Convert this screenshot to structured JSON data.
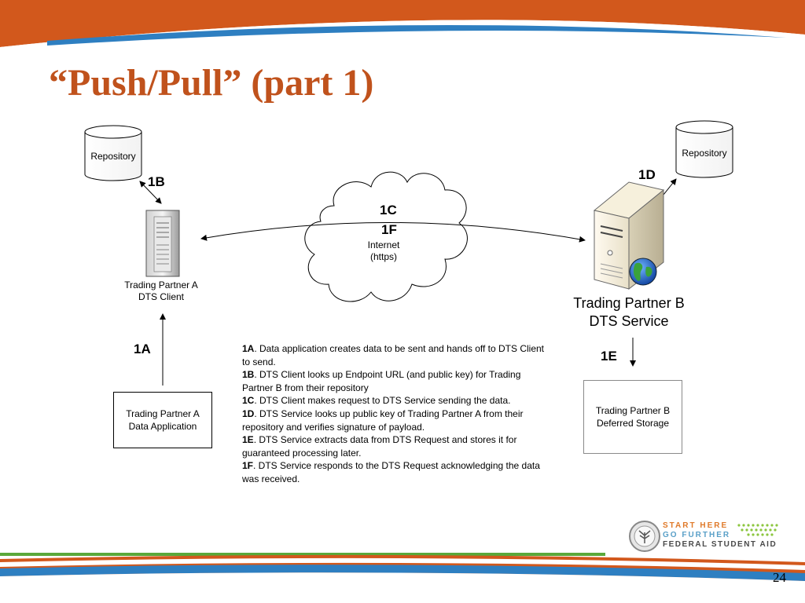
{
  "slide": {
    "title": "“Push/Pull” (part 1)",
    "page_number": "24"
  },
  "diagram": {
    "repository_left": "Repository",
    "repository_right": "Repository",
    "client_label_1": "Trading Partner A",
    "client_label_2": "DTS Client",
    "service_label_1": "Trading Partner B",
    "service_label_2": "DTS Service",
    "app_box_1": "Trading Partner A",
    "app_box_2": "Data Application",
    "storage_box_1": "Trading Partner B",
    "storage_box_2": "Deferred Storage",
    "internet_1": "Internet",
    "internet_2": "(https)",
    "step_1a": "1A",
    "step_1b": "1B",
    "step_1c": "1C",
    "step_1d": "1D",
    "step_1e": "1E",
    "step_1f": "1F"
  },
  "description": [
    {
      "id": "1A",
      "text": ".  Data application creates data to be sent and hands off to DTS Client to send."
    },
    {
      "id": "1B",
      "text": ".  DTS Client looks up Endpoint URL (and public key) for Trading Partner B from their repository"
    },
    {
      "id": "1C",
      "text": ".  DTS Client makes request to DTS Service sending the data."
    },
    {
      "id": "1D",
      "text": ".  DTS Service looks up public key of Trading Partner A from their repository and verifies signature of payload."
    },
    {
      "id": "1E",
      "text": ".  DTS Service extracts data from DTS Request and stores it for guaranteed processing later."
    },
    {
      "id": "1F",
      "text": ".  DTS Service responds to the DTS Request acknowledging the data was received."
    }
  ],
  "logo": {
    "line1": "START HERE",
    "line2": "GO FURTHER",
    "line3": "FEDERAL STUDENT AID"
  },
  "colors": {
    "title": "#c0521c",
    "banner_orange": "#d2581c",
    "banner_blue": "#2e7fc1",
    "banner_green": "#5aa83a"
  }
}
